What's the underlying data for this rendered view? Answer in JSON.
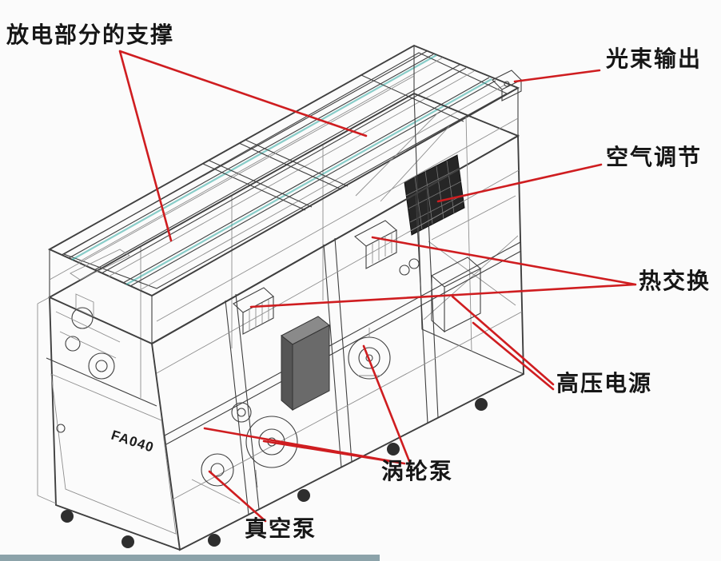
{
  "diagram": {
    "colors": {
      "background": "#fbfbfb",
      "annotation": "#cf1d20",
      "line": "#3f3f3f",
      "label": "#161616",
      "teal": "#2ba8a0"
    },
    "machine": {
      "model_text": "FA040"
    },
    "labels": [
      {
        "id": "discharge-support",
        "text": "放电部分的支撑"
      },
      {
        "id": "beam-output",
        "text": "光束输出"
      },
      {
        "id": "air-conditioner",
        "text": "空气调节"
      },
      {
        "id": "heat-exchanger",
        "text": "热交换"
      },
      {
        "id": "hv-power-supply",
        "text": "高压电源"
      },
      {
        "id": "turbo-pump",
        "text": "涡轮泵"
      },
      {
        "id": "vacuum-pump",
        "text": "真空泵"
      }
    ]
  }
}
